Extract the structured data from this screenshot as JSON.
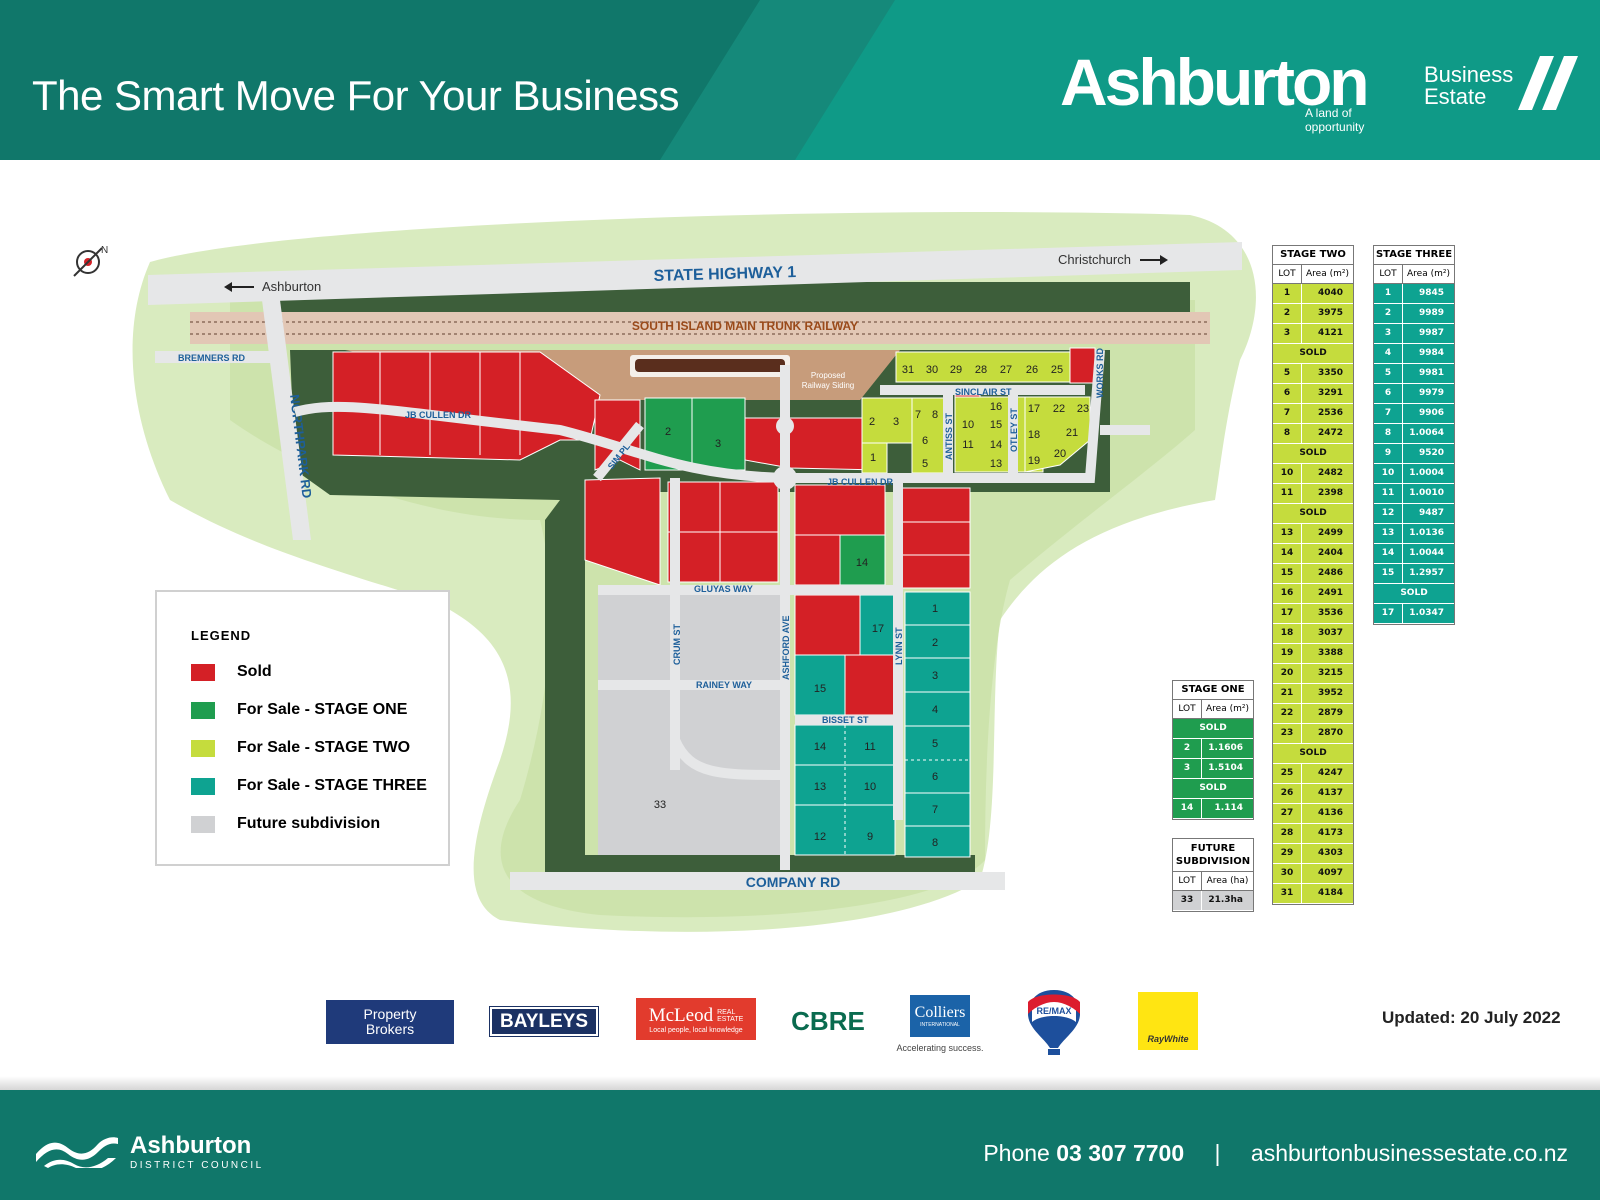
{
  "header": {
    "tagline": "The Smart Move For Your Business",
    "brand_name": "Ashburton",
    "brand_suffix_1": "Business",
    "brand_suffix_2": "Estate",
    "brand_tagline": "A land of opportunity"
  },
  "map": {
    "roads": {
      "highway": "STATE HIGHWAY 1",
      "railway": "SOUTH ISLAND MAIN TRUNK RAILWAY",
      "to_ashburton": "Ashburton",
      "to_christchurch": "Christchurch",
      "bremners": "BREMNERS RD",
      "northpark": "NORTHPARK RD",
      "jb_cullen_1": "JB CULLEN DR",
      "jb_cullen_2": "JB CULLEN DR",
      "sim_pl": "SIM PL",
      "sinclair": "SINCLAIR ST",
      "works": "WORKS RD",
      "antiss": "ANTISS ST",
      "otley": "OTLEY ST",
      "gluyas": "GLUYAS WAY",
      "rainey": "RAINEY WAY",
      "crum": "CRUM ST",
      "ashford": "ASHFORD AVE",
      "lynn": "LYNN ST",
      "bisset": "BISSET ST",
      "company": "COMPANY RD"
    },
    "siding_label_1": "Proposed",
    "siding_label_2": "Railway Siding",
    "north_label": "N",
    "lots": {
      "stage_one": [
        "2",
        "3",
        "14"
      ],
      "stage_two": [
        "31",
        "30",
        "29",
        "28",
        "27",
        "26",
        "25",
        "2",
        "3",
        "7",
        "8",
        "6",
        "5",
        "1",
        "16",
        "10",
        "15",
        "11",
        "14",
        "13",
        "17",
        "22",
        "23",
        "18",
        "21",
        "19",
        "20"
      ],
      "stage_three": [
        "1",
        "2",
        "3",
        "4",
        "5",
        "6",
        "7",
        "8",
        "17",
        "15",
        "14",
        "11",
        "13",
        "10",
        "12",
        "9"
      ],
      "future": [
        "33"
      ]
    }
  },
  "legend": {
    "title": "LEGEND",
    "items": [
      {
        "label": "Sold",
        "color": "#d42026"
      },
      {
        "label": "For Sale - STAGE ONE",
        "color": "#1f9d4f"
      },
      {
        "label": "For Sale - STAGE TWO",
        "color": "#c5dc3d"
      },
      {
        "label": "For Sale - STAGE THREE",
        "color": "#0ea391"
      },
      {
        "label": "Future subdivision",
        "color": "#d0d1d3"
      }
    ]
  },
  "tables": {
    "col_lot": "LOT",
    "col_area": "Area (m²)",
    "col_area_ha": "Area (ha)",
    "sold_label": "SOLD",
    "stage_one": {
      "title": "STAGE ONE",
      "rows": [
        {
          "lot": "",
          "area": "SOLD"
        },
        {
          "lot": "2",
          "area": "1.1606"
        },
        {
          "lot": "3",
          "area": "1.5104"
        },
        {
          "lot": "",
          "area": "SOLD"
        },
        {
          "lot": "14",
          "area": "1.114"
        }
      ]
    },
    "future": {
      "title_1": "FUTURE",
      "title_2": "SUBDIVISION",
      "rows": [
        {
          "lot": "33",
          "area": "21.3ha"
        }
      ]
    },
    "stage_two": {
      "title": "STAGE TWO",
      "rows": [
        {
          "lot": "1",
          "area": "4040"
        },
        {
          "lot": "2",
          "area": "3975"
        },
        {
          "lot": "3",
          "area": "4121"
        },
        {
          "lot": "",
          "area": "SOLD"
        },
        {
          "lot": "5",
          "area": "3350"
        },
        {
          "lot": "6",
          "area": "3291"
        },
        {
          "lot": "7",
          "area": "2536"
        },
        {
          "lot": "8",
          "area": "2472"
        },
        {
          "lot": "",
          "area": "SOLD"
        },
        {
          "lot": "10",
          "area": "2482"
        },
        {
          "lot": "11",
          "area": "2398"
        },
        {
          "lot": "",
          "area": "SOLD"
        },
        {
          "lot": "13",
          "area": "2499"
        },
        {
          "lot": "14",
          "area": "2404"
        },
        {
          "lot": "15",
          "area": "2486"
        },
        {
          "lot": "16",
          "area": "2491"
        },
        {
          "lot": "17",
          "area": "3536"
        },
        {
          "lot": "18",
          "area": "3037"
        },
        {
          "lot": "19",
          "area": "3388"
        },
        {
          "lot": "20",
          "area": "3215"
        },
        {
          "lot": "21",
          "area": "3952"
        },
        {
          "lot": "22",
          "area": "2879"
        },
        {
          "lot": "23",
          "area": "2870"
        },
        {
          "lot": "",
          "area": "SOLD"
        },
        {
          "lot": "25",
          "area": "4247"
        },
        {
          "lot": "26",
          "area": "4137"
        },
        {
          "lot": "27",
          "area": "4136"
        },
        {
          "lot": "28",
          "area": "4173"
        },
        {
          "lot": "29",
          "area": "4303"
        },
        {
          "lot": "30",
          "area": "4097"
        },
        {
          "lot": "31",
          "area": "4184"
        }
      ]
    },
    "stage_three": {
      "title": "STAGE THREE",
      "rows": [
        {
          "lot": "1",
          "area": "9845"
        },
        {
          "lot": "2",
          "area": "9989"
        },
        {
          "lot": "3",
          "area": "9987"
        },
        {
          "lot": "4",
          "area": "9984"
        },
        {
          "lot": "5",
          "area": "9981"
        },
        {
          "lot": "6",
          "area": "9979"
        },
        {
          "lot": "7",
          "area": "9906"
        },
        {
          "lot": "8",
          "area": "1.0064"
        },
        {
          "lot": "9",
          "area": "9520"
        },
        {
          "lot": "10",
          "area": "1.0004"
        },
        {
          "lot": "11",
          "area": "1.0010"
        },
        {
          "lot": "12",
          "area": "9487"
        },
        {
          "lot": "13",
          "area": "1.0136"
        },
        {
          "lot": "14",
          "area": "1.0044"
        },
        {
          "lot": "15",
          "area": "1.2957"
        },
        {
          "lot": "",
          "area": "SOLD"
        },
        {
          "lot": "17",
          "area": "1.0347"
        }
      ]
    }
  },
  "logos": {
    "property_brokers_1": "Property",
    "property_brokers_2": "Brokers",
    "bayleys": "BAYLEYS",
    "mcleod": "McLeod",
    "mcleod_re_1": "REAL",
    "mcleod_re_2": "ESTATE",
    "mcleod_tag": "Local people, local knowledge",
    "cbre": "CBRE",
    "colliers": "Colliers",
    "colliers_sub": "INTERNATIONAL",
    "colliers_tag": "Accelerating success.",
    "remax": "RE/MAX",
    "raywhite": "RayWhite"
  },
  "updated": "Updated: 20 July 2022",
  "footer": {
    "council_name": "Ashburton",
    "council_sub": "DISTRICT COUNCIL",
    "phone_prefix": "Phone",
    "phone_number": "03 307 7700",
    "separator": "|",
    "website": "ashburtonbusinessestate.co.nz"
  },
  "colors": {
    "header_green": "#10776a",
    "sold": "#d42026",
    "stage_one": "#1f9d4f",
    "stage_two": "#c5dc3d",
    "stage_three": "#0ea391",
    "future": "#d0d1d3"
  }
}
